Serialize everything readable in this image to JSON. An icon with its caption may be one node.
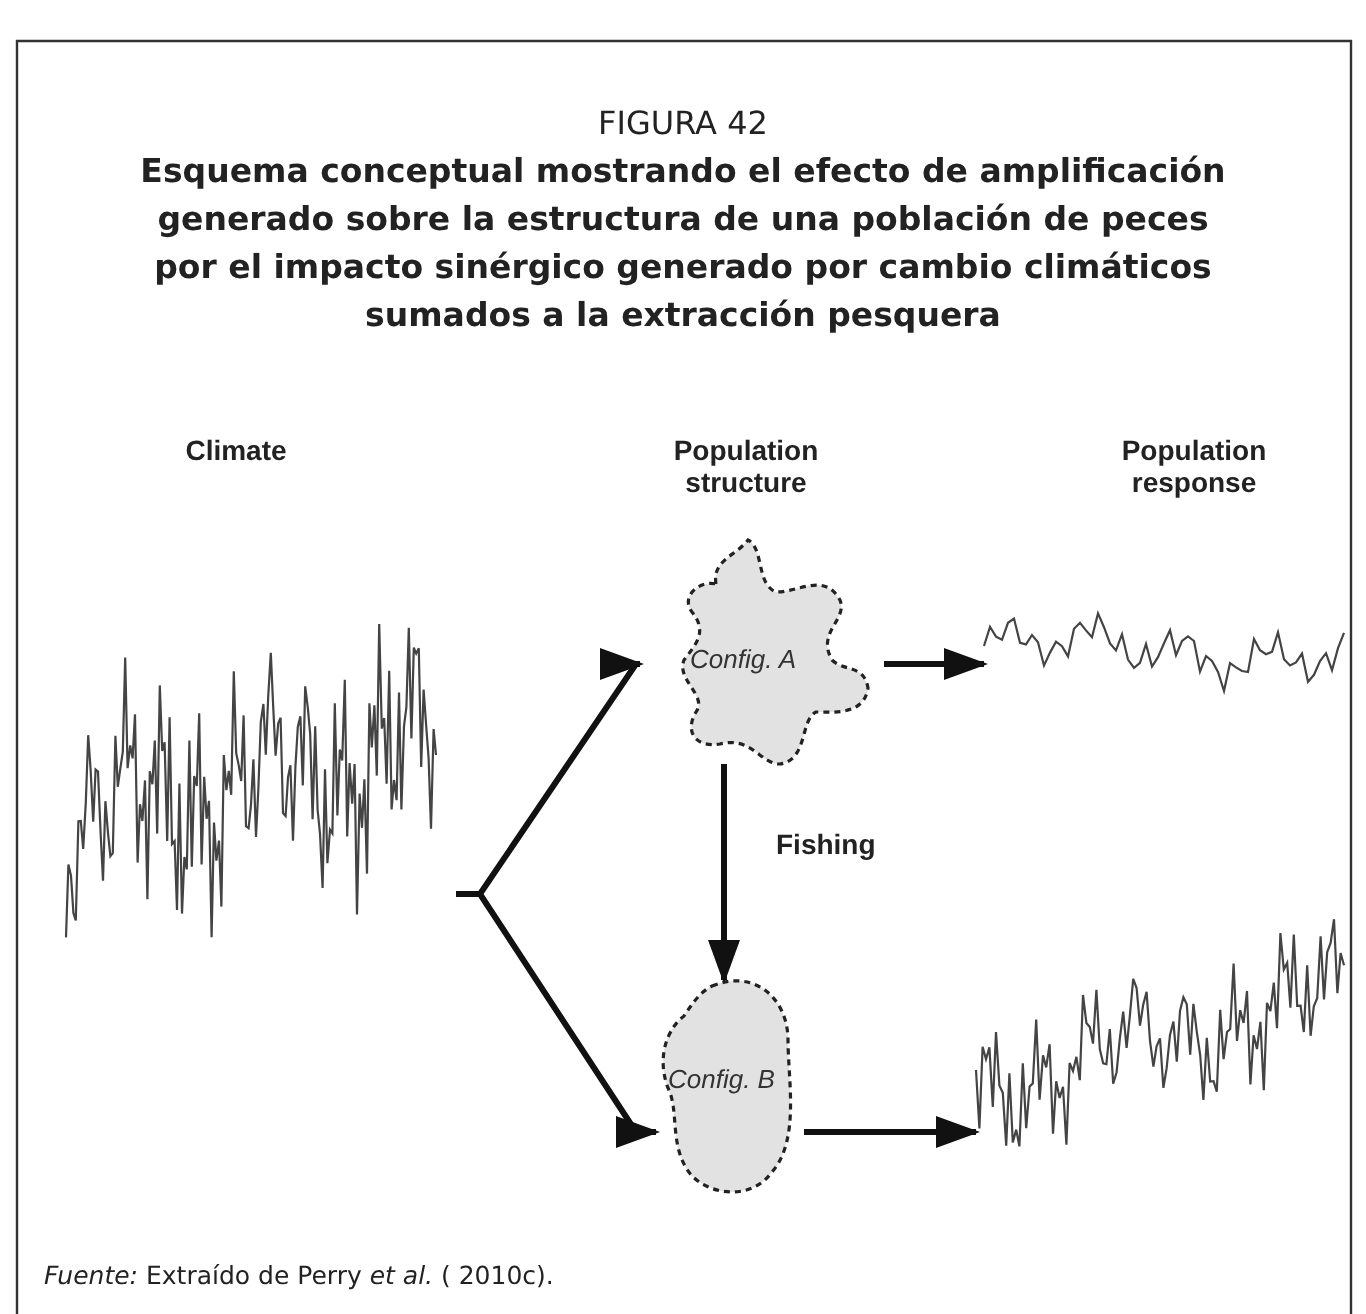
{
  "diagram": {
    "title": "Esquema conceptual mostrando el efecto de amplificación generado sobre la estructura de una población de peces por el impacto sinérgico generado por cambio climáticos sumados a la extracción pesquera",
    "caption": "*Fuente:* Extraído de Perry *et al.* ( 2010c).",
    "nodes": [
      {
        "text": [
          "Climate"
        ]
      },
      {
        "text": [
          "Config. A"
        ]
      },
      {
        "text": [
          "Config. B"
        ]
      },
      {
        "text": [],
        "shape": "picture"
      },
      {
        "text": [],
        "shape": "picture"
      }
    ],
    "edges": [
      {
        "from": 0,
        "to": 1,
        "arrow": "to"
      },
      {
        "from": 0,
        "to": 2,
        "arrow": "to"
      },
      {
        "from": 1,
        "to": 3,
        "arrow": "to"
      },
      {
        "from": 1,
        "to": 2,
        "arrow": "to",
        "label": "Fishing"
      },
      {
        "from": 2,
        "to": 4,
        "arrow": "to"
      }
    ],
    "labels": [
      "FIGURA 42",
      "Population structure",
      "Population response"
    ]
  }
}
